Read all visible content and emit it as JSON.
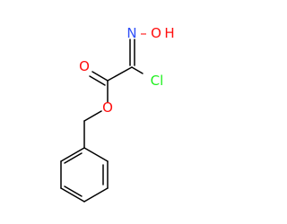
{
  "molecule": {
    "atoms": {
      "hydroxyl_oxygen": "O",
      "hydroxyl_hydrogen": "H",
      "bond_dash": "–",
      "oxime_nitrogen": "N",
      "chlorine": "Cl",
      "carbonyl_oxygen": "O",
      "ester_oxygen": "O"
    },
    "colors": {
      "bond": "#000000",
      "oxygen": "#ff0d0d",
      "nitrogen": "#3050f8",
      "chlorine": "#1ff01f"
    }
  }
}
